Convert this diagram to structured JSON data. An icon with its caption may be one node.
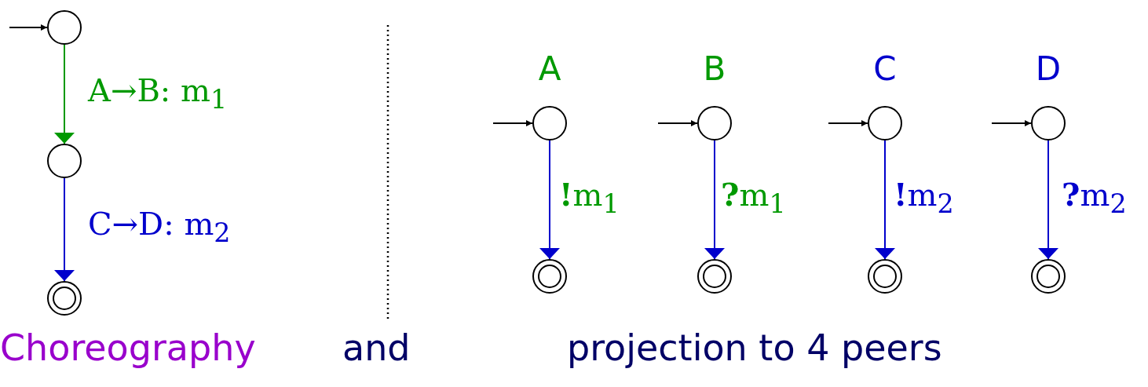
{
  "diagram": {
    "nodes": [
      {
        "text": [],
        "shape": "circle"
      },
      {
        "text": [],
        "shape": "circle"
      },
      {
        "text": [],
        "shape": "double-circle"
      },
      {
        "text": [],
        "shape": "circle",
        "beside": [
          "A"
        ]
      },
      {
        "text": [],
        "shape": "double-circle"
      },
      {
        "text": [],
        "shape": "circle",
        "beside": [
          "B"
        ]
      },
      {
        "text": [],
        "shape": "double-circle"
      },
      {
        "text": [],
        "shape": "circle",
        "beside": [
          "C"
        ]
      },
      {
        "text": [],
        "shape": "double-circle"
      },
      {
        "text": [],
        "shape": "circle",
        "beside": [
          "D"
        ]
      },
      {
        "text": [],
        "shape": "double-circle"
      }
    ],
    "edges": [
      {
        "from": null,
        "to": 0,
        "arrow": "to"
      },
      {
        "from": 0,
        "to": 1,
        "arrow": "to",
        "label": "A→B: m$_{1}$",
        "color": "#009900"
      },
      {
        "from": 1,
        "to": 2,
        "arrow": "to",
        "label": "C→D: m$_{2}$",
        "color": "#0000cc"
      },
      {
        "from": null,
        "to": 3,
        "arrow": "to"
      },
      {
        "from": 3,
        "to": 4,
        "arrow": "to",
        "label": "**!**m$_{1}$",
        "color": "#0000cc"
      },
      {
        "from": null,
        "to": 5,
        "arrow": "to"
      },
      {
        "from": 5,
        "to": 6,
        "arrow": "to",
        "label": "**?**m$_{1}$",
        "color": "#0000cc"
      },
      {
        "from": null,
        "to": 7,
        "arrow": "to"
      },
      {
        "from": 7,
        "to": 8,
        "arrow": "to",
        "label": "**!**m$_{2}$",
        "color": "#0000cc"
      },
      {
        "from": null,
        "to": 9,
        "arrow": "to"
      },
      {
        "from": 9,
        "to": 10,
        "arrow": "to",
        "label": "**?**m$_{2}$",
        "color": "#0000cc"
      }
    ],
    "labels": [
      "Choreography",
      "and",
      "projection to 4 peers"
    ]
  }
}
